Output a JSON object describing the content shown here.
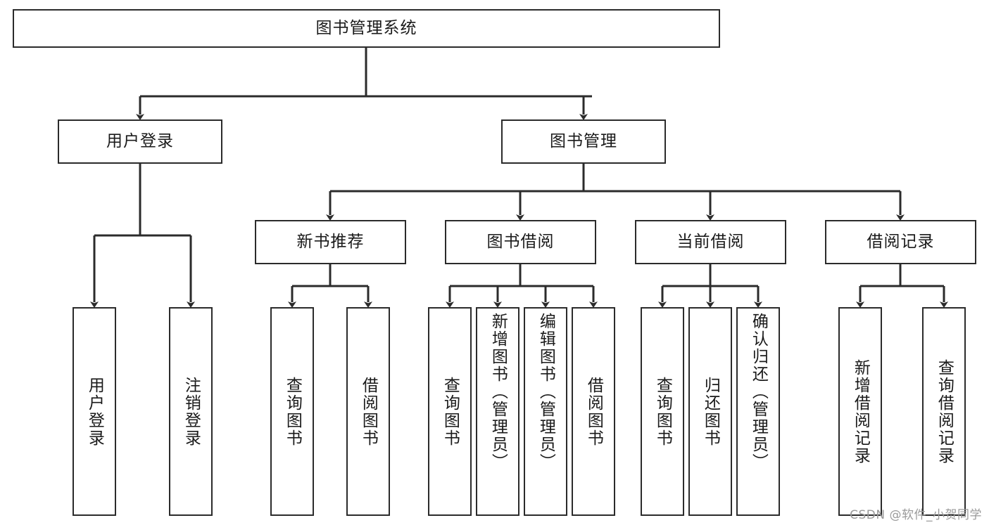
{
  "diagram": {
    "title": "图书管理系统",
    "root": {
      "label": "图书管理系统"
    },
    "level2": [
      {
        "label": "用户登录"
      },
      {
        "label": "图书管理"
      }
    ],
    "level3": [
      {
        "label": "新书推荐"
      },
      {
        "label": "图书借阅"
      },
      {
        "label": "当前借阅"
      },
      {
        "label": "借阅记录"
      }
    ],
    "leaves": {
      "user_login": [
        {
          "label": "用户登录"
        },
        {
          "label": "注销登录"
        }
      ],
      "new_book": [
        {
          "label": "查询图书"
        },
        {
          "label": "借阅图书"
        }
      ],
      "borrow_book": [
        {
          "label": "查询图书"
        },
        {
          "label": "新增图书（管理员）"
        },
        {
          "label": "编辑图书（管理员）"
        },
        {
          "label": "借阅图书"
        }
      ],
      "current_borrow": [
        {
          "label": "查询图书"
        },
        {
          "label": "归还图书"
        },
        {
          "label": "确认归还（管理员）"
        }
      ],
      "borrow_record": [
        {
          "label": "新增借阅记录"
        },
        {
          "label": "查询借阅记录"
        }
      ]
    }
  },
  "watermark": {
    "text": "CSDN @软件_小贺同学"
  },
  "colors": {
    "stroke": "#2b2b2b",
    "fill": "#ffffff",
    "text": "#1a1a1a",
    "watermark": "#9a9a9a"
  }
}
